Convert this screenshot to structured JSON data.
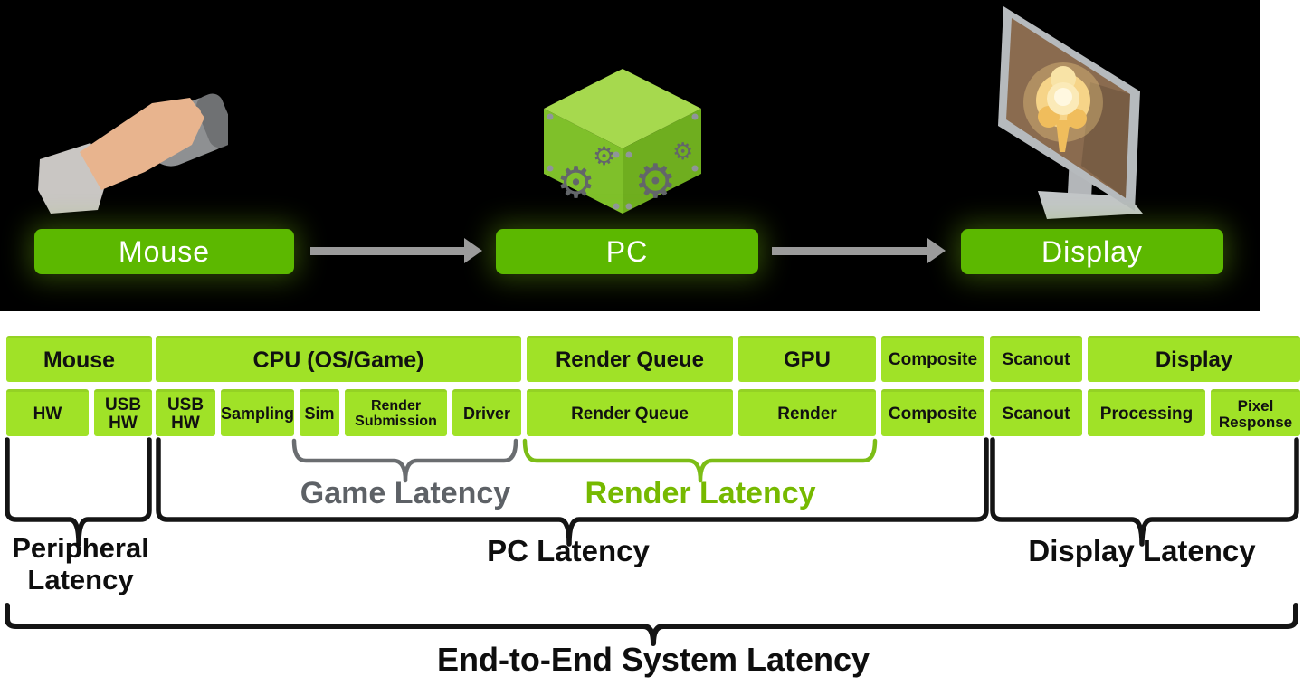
{
  "banner": {
    "buttons": [
      {
        "label": "Mouse"
      },
      {
        "label": "PC"
      },
      {
        "label": "Display"
      }
    ],
    "icons": [
      "hand-holding-mouse-illustration",
      "gear-cube-illustration",
      "monitor-explosion-illustration",
      "arrow-right-icon"
    ]
  },
  "pipeline": {
    "headers": [
      {
        "label": "Mouse"
      },
      {
        "label": "CPU (OS/Game)"
      },
      {
        "label": "Render Queue"
      },
      {
        "label": "GPU"
      },
      {
        "label": "Composite"
      },
      {
        "label": "Scanout"
      },
      {
        "label": "Display"
      }
    ],
    "stages": [
      {
        "label": "HW"
      },
      {
        "label": "USB HW"
      },
      {
        "label": "USB HW"
      },
      {
        "label": "Sampling"
      },
      {
        "label": "Sim"
      },
      {
        "label": "Render Submission"
      },
      {
        "label": "Driver"
      },
      {
        "label": "Render Queue"
      },
      {
        "label": "Render"
      },
      {
        "label": "Composite"
      },
      {
        "label": "Scanout"
      },
      {
        "label": "Processing"
      },
      {
        "label": "Pixel Response"
      }
    ]
  },
  "latency": {
    "game": "Game Latency",
    "render": "Render Latency",
    "peripheral": "Peripheral Latency",
    "pc": "PC Latency",
    "display": "Display Latency",
    "end_to_end": "End-to-End System Latency"
  },
  "colors": {
    "nvidia_green": "#76b900",
    "block_green": "#a0e227",
    "button_green": "#5cb800",
    "game_latency_gray": "#5d6166",
    "arrow_gray": "#9b9b9b",
    "banner_background": "#000000"
  }
}
